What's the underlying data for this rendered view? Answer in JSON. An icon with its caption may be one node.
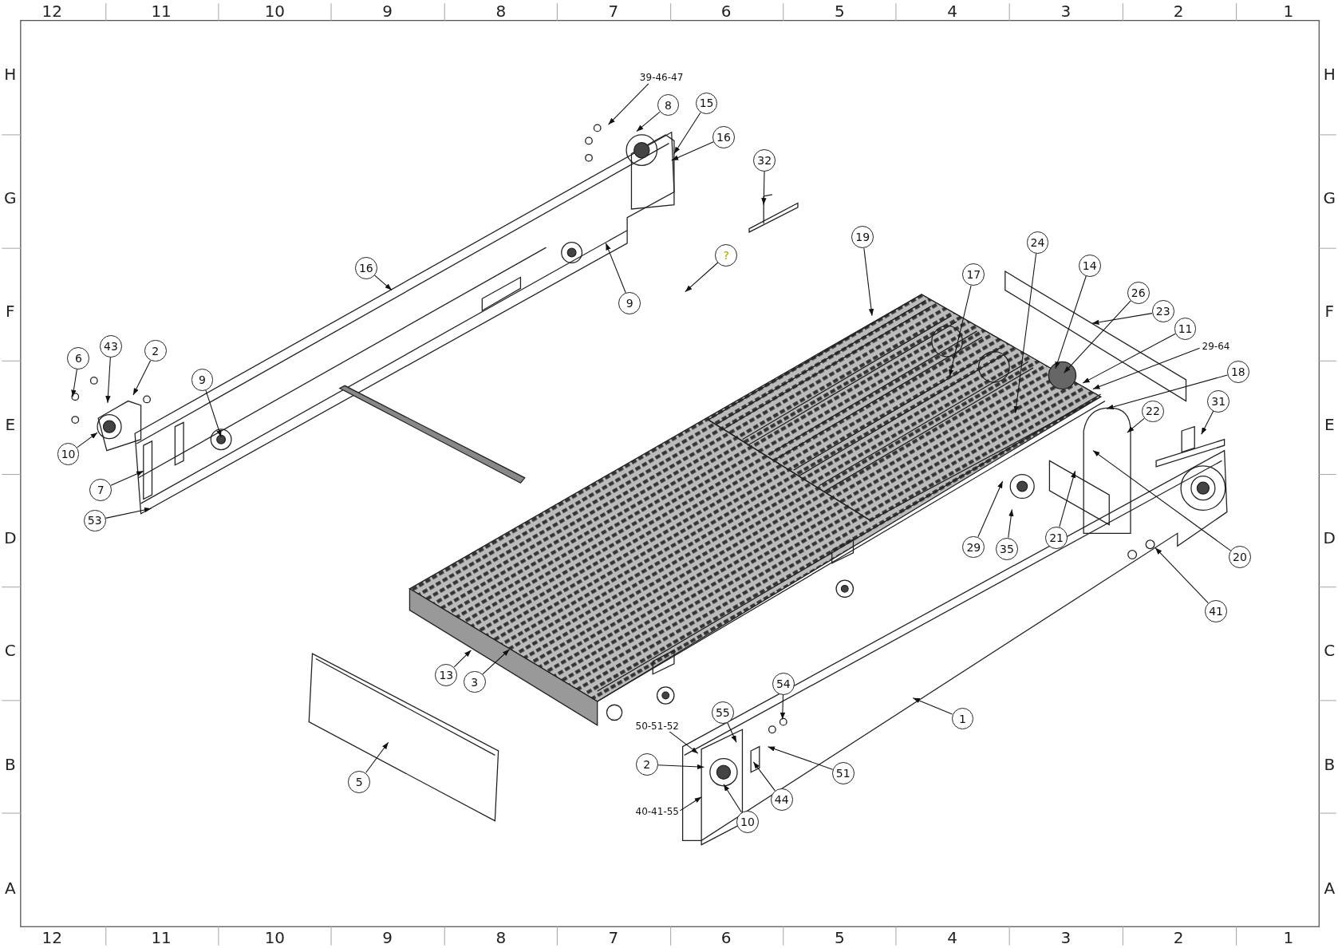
{
  "diagram": {
    "nodes": [
      {
        "text": [
          "39-46-47"
        ]
      },
      {
        "text": [
          "15"
        ]
      },
      {
        "text": [
          "8"
        ]
      },
      {
        "text": [
          "16"
        ]
      },
      {
        "text": [
          "32"
        ]
      },
      {
        "text": [
          "19"
        ]
      },
      {
        "text": [
          "24"
        ]
      },
      {
        "text": [
          "?"
        ]
      },
      {
        "text": [
          "14"
        ]
      },
      {
        "text": [
          "16"
        ]
      },
      {
        "text": [
          "17"
        ]
      },
      {
        "text": [
          "26"
        ]
      },
      {
        "text": [
          "9"
        ]
      },
      {
        "text": [
          "23"
        ]
      },
      {
        "text": [
          "11"
        ]
      },
      {
        "text": [
          "43"
        ]
      },
      {
        "text": [
          "29-64"
        ]
      },
      {
        "text": [
          "2"
        ]
      },
      {
        "text": [
          "6"
        ]
      },
      {
        "text": [
          "18"
        ]
      },
      {
        "text": [
          "9"
        ]
      },
      {
        "text": [
          "22"
        ]
      },
      {
        "text": [
          "31"
        ]
      },
      {
        "text": [
          "10"
        ]
      },
      {
        "text": [
          "7"
        ]
      },
      {
        "text": [
          "53"
        ]
      },
      {
        "text": [
          "21"
        ]
      },
      {
        "text": [
          "35"
        ]
      },
      {
        "text": [
          "29"
        ]
      },
      {
        "text": [
          "20"
        ]
      },
      {
        "text": [
          "41"
        ]
      },
      {
        "text": [
          "13"
        ]
      },
      {
        "text": [
          "3"
        ]
      },
      {
        "text": [
          "54"
        ]
      },
      {
        "text": [
          "55"
        ]
      },
      {
        "text": [
          "1"
        ]
      },
      {
        "text": [
          "50-51-52"
        ]
      },
      {
        "text": [
          "2"
        ]
      },
      {
        "text": [
          "51"
        ]
      },
      {
        "text": [
          "5"
        ]
      },
      {
        "text": [
          "44"
        ]
      },
      {
        "text": [
          "40-41-55"
        ]
      },
      {
        "text": [
          "10"
        ]
      }
    ],
    "edges": [
      {
        "from": 0,
        "to": null,
        "arrow": "to"
      },
      {
        "from": 1,
        "to": null,
        "arrow": "to"
      },
      {
        "from": 2,
        "to": null,
        "arrow": "to"
      },
      {
        "from": 3,
        "to": null,
        "arrow": "to"
      },
      {
        "from": 4,
        "to": null,
        "arrow": "to"
      },
      {
        "from": 5,
        "to": null,
        "arrow": "to"
      },
      {
        "from": 6,
        "to": null,
        "arrow": "to"
      },
      {
        "from": 7,
        "to": null,
        "arrow": "to"
      },
      {
        "from": 8,
        "to": null,
        "arrow": "to"
      },
      {
        "from": 9,
        "to": null,
        "arrow": "to"
      },
      {
        "from": 10,
        "to": null,
        "arrow": "to"
      },
      {
        "from": 11,
        "to": null,
        "arrow": "to"
      },
      {
        "from": 12,
        "to": null,
        "arrow": "to"
      },
      {
        "from": 13,
        "to": null,
        "arrow": "to"
      },
      {
        "from": 14,
        "to": null,
        "arrow": "to"
      },
      {
        "from": 15,
        "to": null,
        "arrow": "to"
      },
      {
        "from": 16,
        "to": null,
        "arrow": "to"
      },
      {
        "from": 17,
        "to": null,
        "arrow": "to"
      },
      {
        "from": 18,
        "to": null,
        "arrow": "to"
      },
      {
        "from": 19,
        "to": null,
        "arrow": "to"
      },
      {
        "from": 20,
        "to": null,
        "arrow": "to"
      },
      {
        "from": 21,
        "to": null,
        "arrow": "to"
      },
      {
        "from": 22,
        "to": null,
        "arrow": "to"
      },
      {
        "from": 23,
        "to": null,
        "arrow": "to"
      },
      {
        "from": 24,
        "to": null,
        "arrow": "to"
      },
      {
        "from": 25,
        "to": null,
        "arrow": "to"
      },
      {
        "from": 26,
        "to": null,
        "arrow": "to"
      },
      {
        "from": 27,
        "to": null,
        "arrow": "to"
      },
      {
        "from": 28,
        "to": null,
        "arrow": "to"
      },
      {
        "from": 29,
        "to": null,
        "arrow": "to"
      },
      {
        "from": 30,
        "to": null,
        "arrow": "to"
      },
      {
        "from": 31,
        "to": null,
        "arrow": "to"
      },
      {
        "from": 32,
        "to": null,
        "arrow": "to"
      },
      {
        "from": 33,
        "to": null,
        "arrow": "to"
      },
      {
        "from": 34,
        "to": null,
        "arrow": "to"
      },
      {
        "from": 35,
        "to": null,
        "arrow": "to"
      },
      {
        "from": 36,
        "to": null,
        "arrow": "to"
      },
      {
        "from": 37,
        "to": null,
        "arrow": "to"
      },
      {
        "from": 38,
        "to": null,
        "arrow": "to"
      },
      {
        "from": 39,
        "to": null,
        "arrow": "to"
      },
      {
        "from": 40,
        "to": null,
        "arrow": "to"
      },
      {
        "from": 41,
        "to": null,
        "arrow": "to"
      },
      {
        "from": 42,
        "to": null,
        "arrow": "to"
      }
    ],
    "labels": [
      "12",
      "11",
      "10",
      "9",
      "8",
      "7",
      "6",
      "5",
      "4",
      "3",
      "2",
      "1",
      "H",
      "H",
      "G",
      "G",
      "F",
      "F",
      "E",
      "E",
      "D",
      "D",
      "C",
      "C",
      "B",
      "B",
      "A",
      "A",
      "12",
      "11",
      "10",
      "9",
      "8",
      "7",
      "6",
      "5",
      "4",
      "3",
      "2",
      "1"
    ]
  }
}
